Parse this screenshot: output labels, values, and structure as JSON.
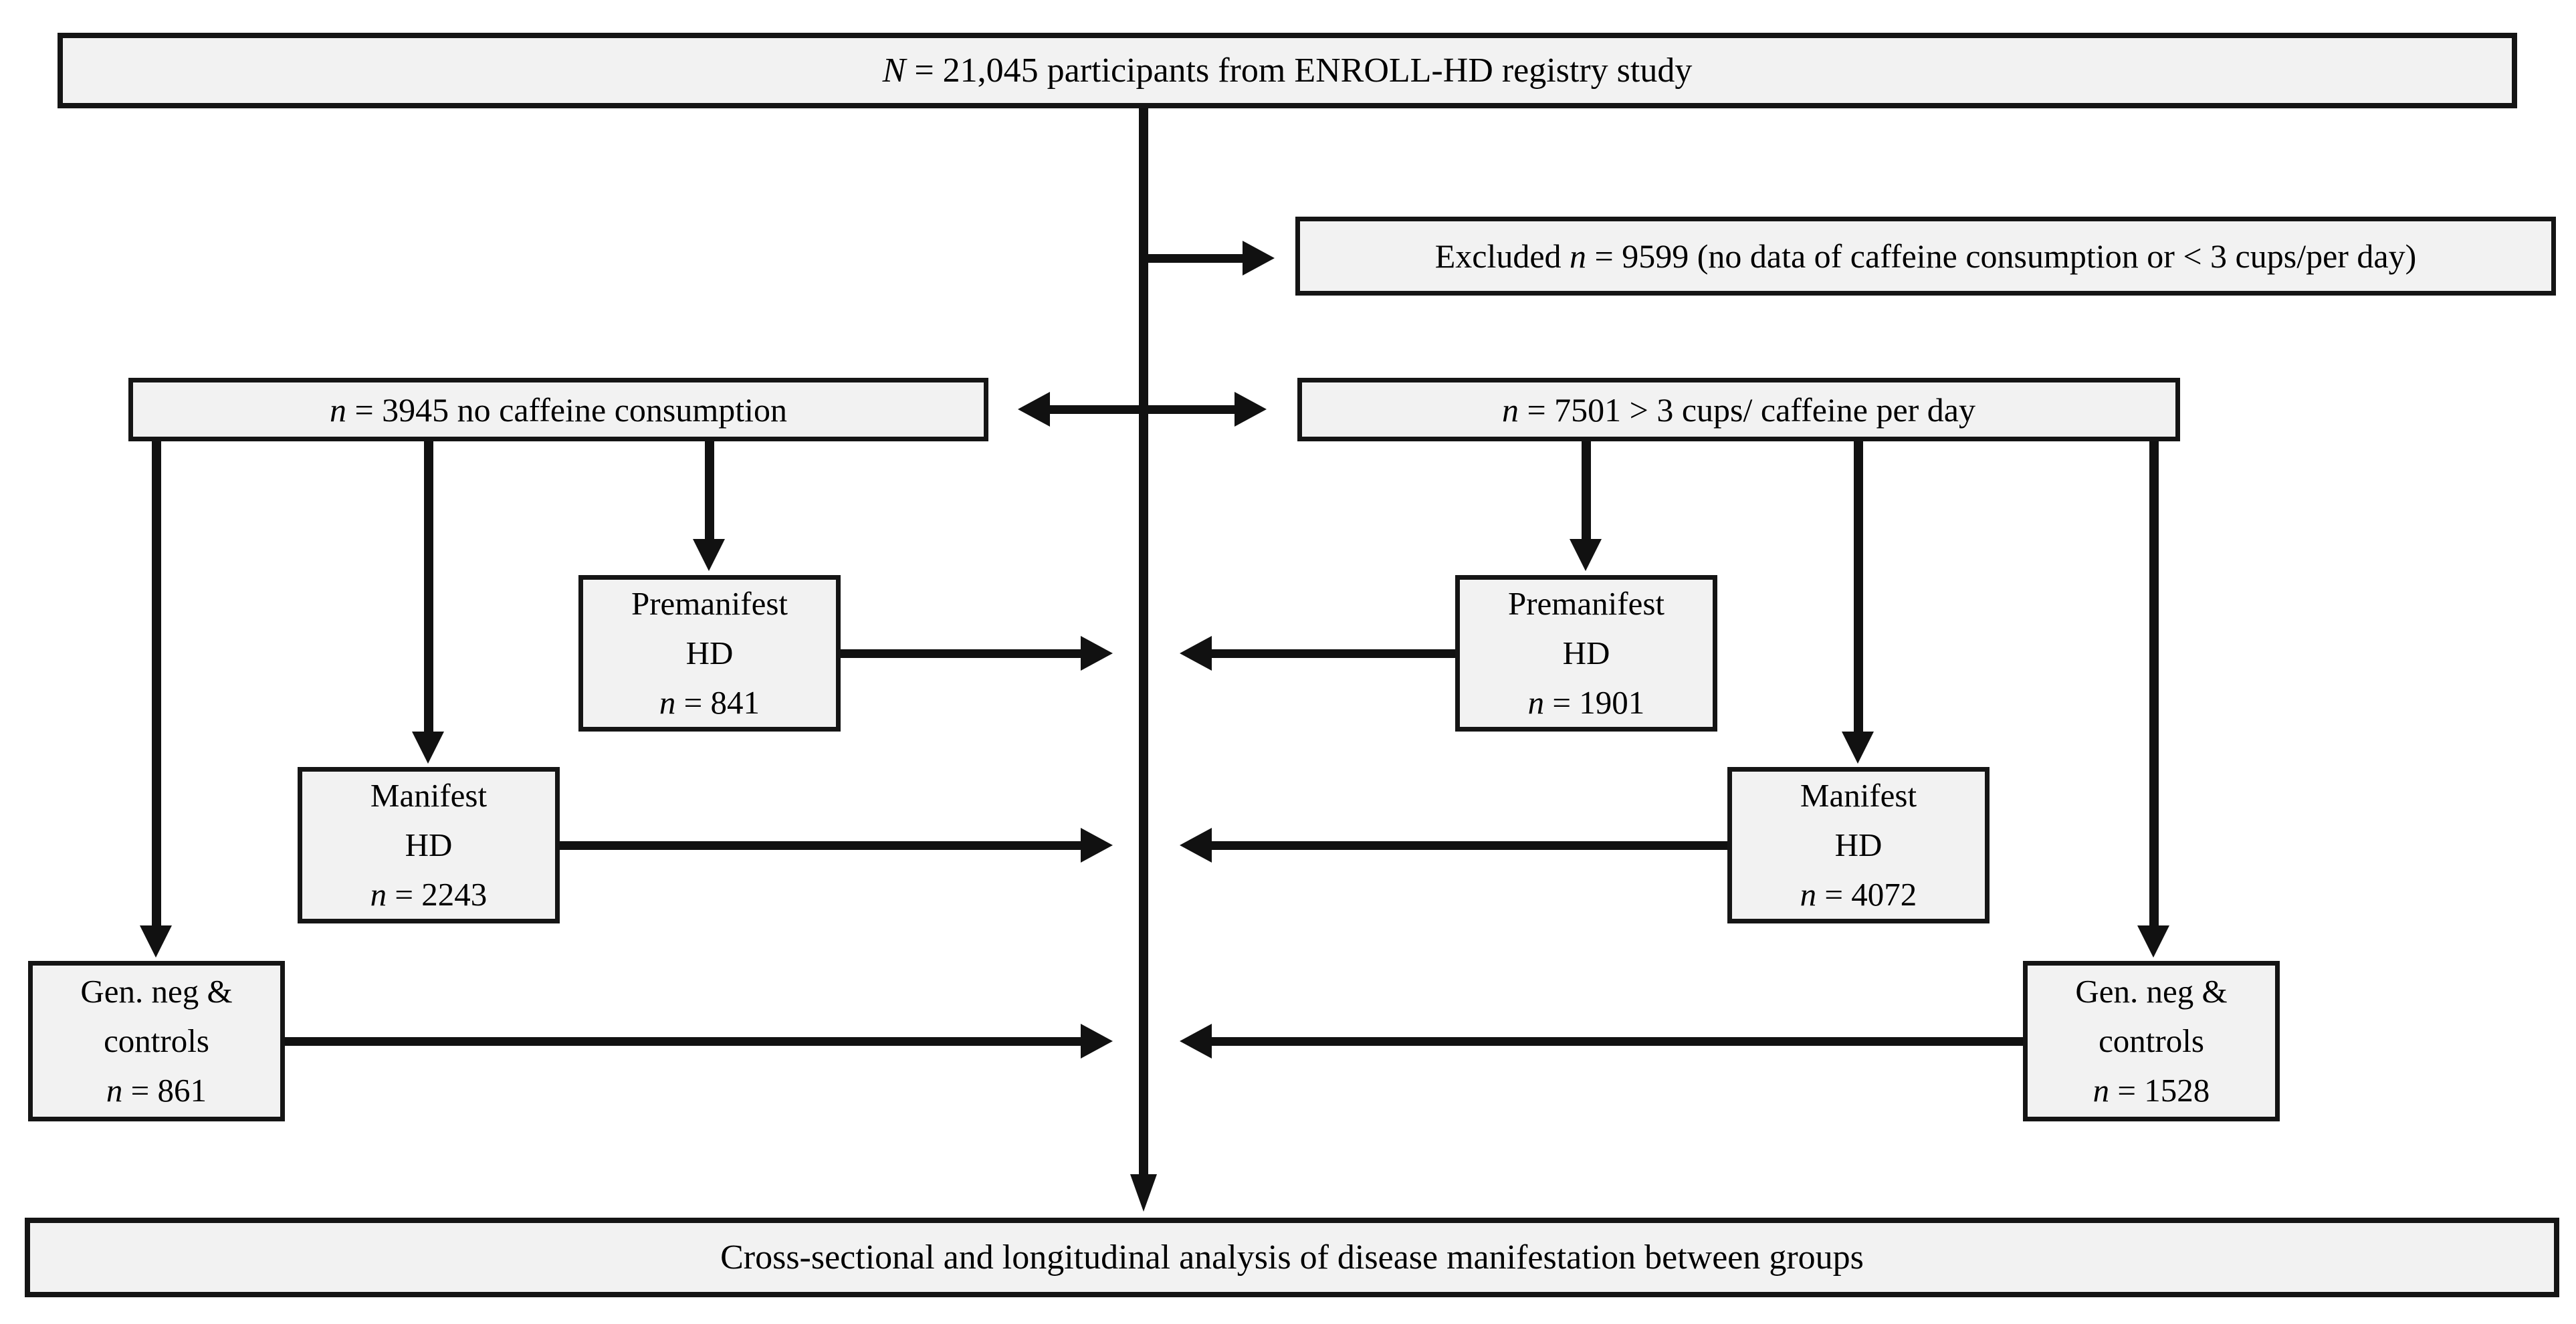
{
  "diagram": {
    "title": "ENROLL-HD caffeine study participant flow",
    "colors": {
      "background": "#ffffff",
      "box_fill": "#f2f2f2",
      "border": "#151515",
      "arrow": "#111111",
      "text": "#000000"
    },
    "nodes": {
      "total": {
        "runs": [
          {
            "t": "N",
            "i": true
          },
          {
            "t": " = 21,045 participants from ENROLL-HD registry study"
          }
        ]
      },
      "excluded": {
        "runs": [
          {
            "t": "Excluded "
          },
          {
            "t": "n",
            "i": true
          },
          {
            "t": " = 9599 (no data of caffeine consumption or < 3 cups/per day)"
          }
        ]
      },
      "no_caffeine": {
        "runs": [
          {
            "t": "n",
            "i": true
          },
          {
            "t": " = 3945 no caffeine consumption"
          }
        ]
      },
      "high_caffeine": {
        "runs": [
          {
            "t": "n",
            "i": true
          },
          {
            "t": " = 7501 > 3 cups/ caffeine per day"
          }
        ]
      },
      "premanifest_no_caffeine": {
        "lines": [
          [
            {
              "t": "Premanifest"
            }
          ],
          [
            {
              "t": "HD"
            }
          ],
          [
            {
              "t": "n",
              "i": true
            },
            {
              "t": " = 841"
            }
          ]
        ]
      },
      "manifest_no_caffeine": {
        "lines": [
          [
            {
              "t": "Manifest"
            }
          ],
          [
            {
              "t": "HD"
            }
          ],
          [
            {
              "t": "n",
              "i": true
            },
            {
              "t": " = 2243"
            }
          ]
        ]
      },
      "gen_neg_no_caffeine": {
        "lines": [
          [
            {
              "t": "Gen. neg &"
            }
          ],
          [
            {
              "t": "controls"
            }
          ],
          [
            {
              "t": "n",
              "i": true
            },
            {
              "t": " = 861"
            }
          ]
        ]
      },
      "premanifest_high_caffeine": {
        "lines": [
          [
            {
              "t": "Premanifest"
            }
          ],
          [
            {
              "t": "HD"
            }
          ],
          [
            {
              "t": "n",
              "i": true
            },
            {
              "t": " = 1901"
            }
          ]
        ]
      },
      "manifest_high_caffeine": {
        "lines": [
          [
            {
              "t": "Manifest"
            }
          ],
          [
            {
              "t": "HD"
            }
          ],
          [
            {
              "t": "n",
              "i": true
            },
            {
              "t": " = 4072"
            }
          ]
        ]
      },
      "gen_neg_high_caffeine": {
        "lines": [
          [
            {
              "t": "Gen. neg &"
            }
          ],
          [
            {
              "t": "controls"
            }
          ],
          [
            {
              "t": "n",
              "i": true
            },
            {
              "t": " = 1528"
            }
          ]
        ]
      },
      "analysis": {
        "runs": [
          {
            "t": "Cross-sectional and longitudinal analysis of disease manifestation between groups"
          }
        ]
      }
    }
  }
}
